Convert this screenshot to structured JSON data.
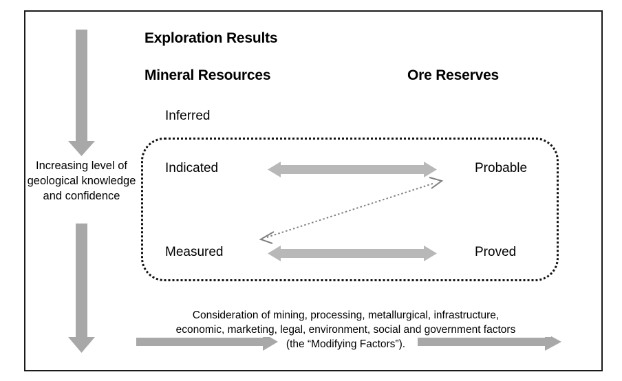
{
  "diagram": {
    "title": "Exploration Results",
    "headings": {
      "exploration_results": "Exploration Results",
      "mineral_resources": "Mineral Resources",
      "ore_reserves": "Ore Reserves"
    },
    "left_axis": {
      "caption": "Increasing level of geological knowledge and confidence",
      "arrow_direction": "down",
      "segments": 2
    },
    "resource_categories": [
      {
        "id": "inferred",
        "label": "Inferred",
        "inside_box": false
      },
      {
        "id": "indicated",
        "label": "Indicated",
        "inside_box": true
      },
      {
        "id": "measured",
        "label": "Measured",
        "inside_box": true
      }
    ],
    "reserve_categories": [
      {
        "id": "probable",
        "label": "Probable",
        "inside_box": true
      },
      {
        "id": "proved",
        "label": "Proved",
        "inside_box": true
      }
    ],
    "conversion_arrows": [
      {
        "from": "Indicated",
        "to": "Probable",
        "style": "solid",
        "heads": "both"
      },
      {
        "from": "Measured",
        "to": "Proved",
        "style": "solid",
        "heads": "both"
      },
      {
        "from": "Measured",
        "to": "Probable",
        "style": "dotted",
        "heads": "both"
      }
    ],
    "modifying_factors": {
      "line1": "Consideration of mining, processing, metallurgical, infrastructure,",
      "line2": "economic, marketing, legal, environment, social and government factors",
      "line3": "(the “Modifying Factors”).",
      "arrow_direction": "right",
      "segments": 2
    },
    "colors": {
      "frame": "#1a1a1a",
      "dotted_box": "#111111",
      "arrow_grey": "#a8a8a8",
      "arrow_grey_light": "#b8b8b8",
      "dotted_arrow": "#808080",
      "text": "#000000",
      "background": "#ffffff"
    }
  }
}
